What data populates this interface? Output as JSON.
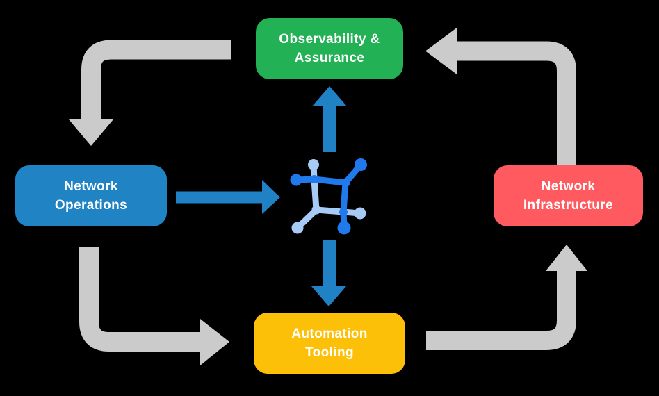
{
  "diagram": {
    "background": "#000000",
    "text_color": "#ffffff"
  },
  "nodes": {
    "observability": {
      "label_line1": "Observability &",
      "label_line2": "Assurance",
      "color": "#22b155"
    },
    "operations": {
      "label_line1": "Network",
      "label_line2": "Operations",
      "color": "#2083c4"
    },
    "infrastructure": {
      "label_line1": "Network",
      "label_line2": "Infrastructure",
      "color": "#fe5a5f"
    },
    "automation": {
      "label_line1": "Automation",
      "label_line2": "Tooling",
      "color": "#fdc008"
    }
  },
  "center_icon": {
    "name": "network-mesh-icon",
    "color_dark": "#217aec",
    "color_light": "#a8cbf5"
  },
  "arrows": {
    "cycle_color": "#cbcbcb",
    "flow_color": "#2082c5"
  }
}
